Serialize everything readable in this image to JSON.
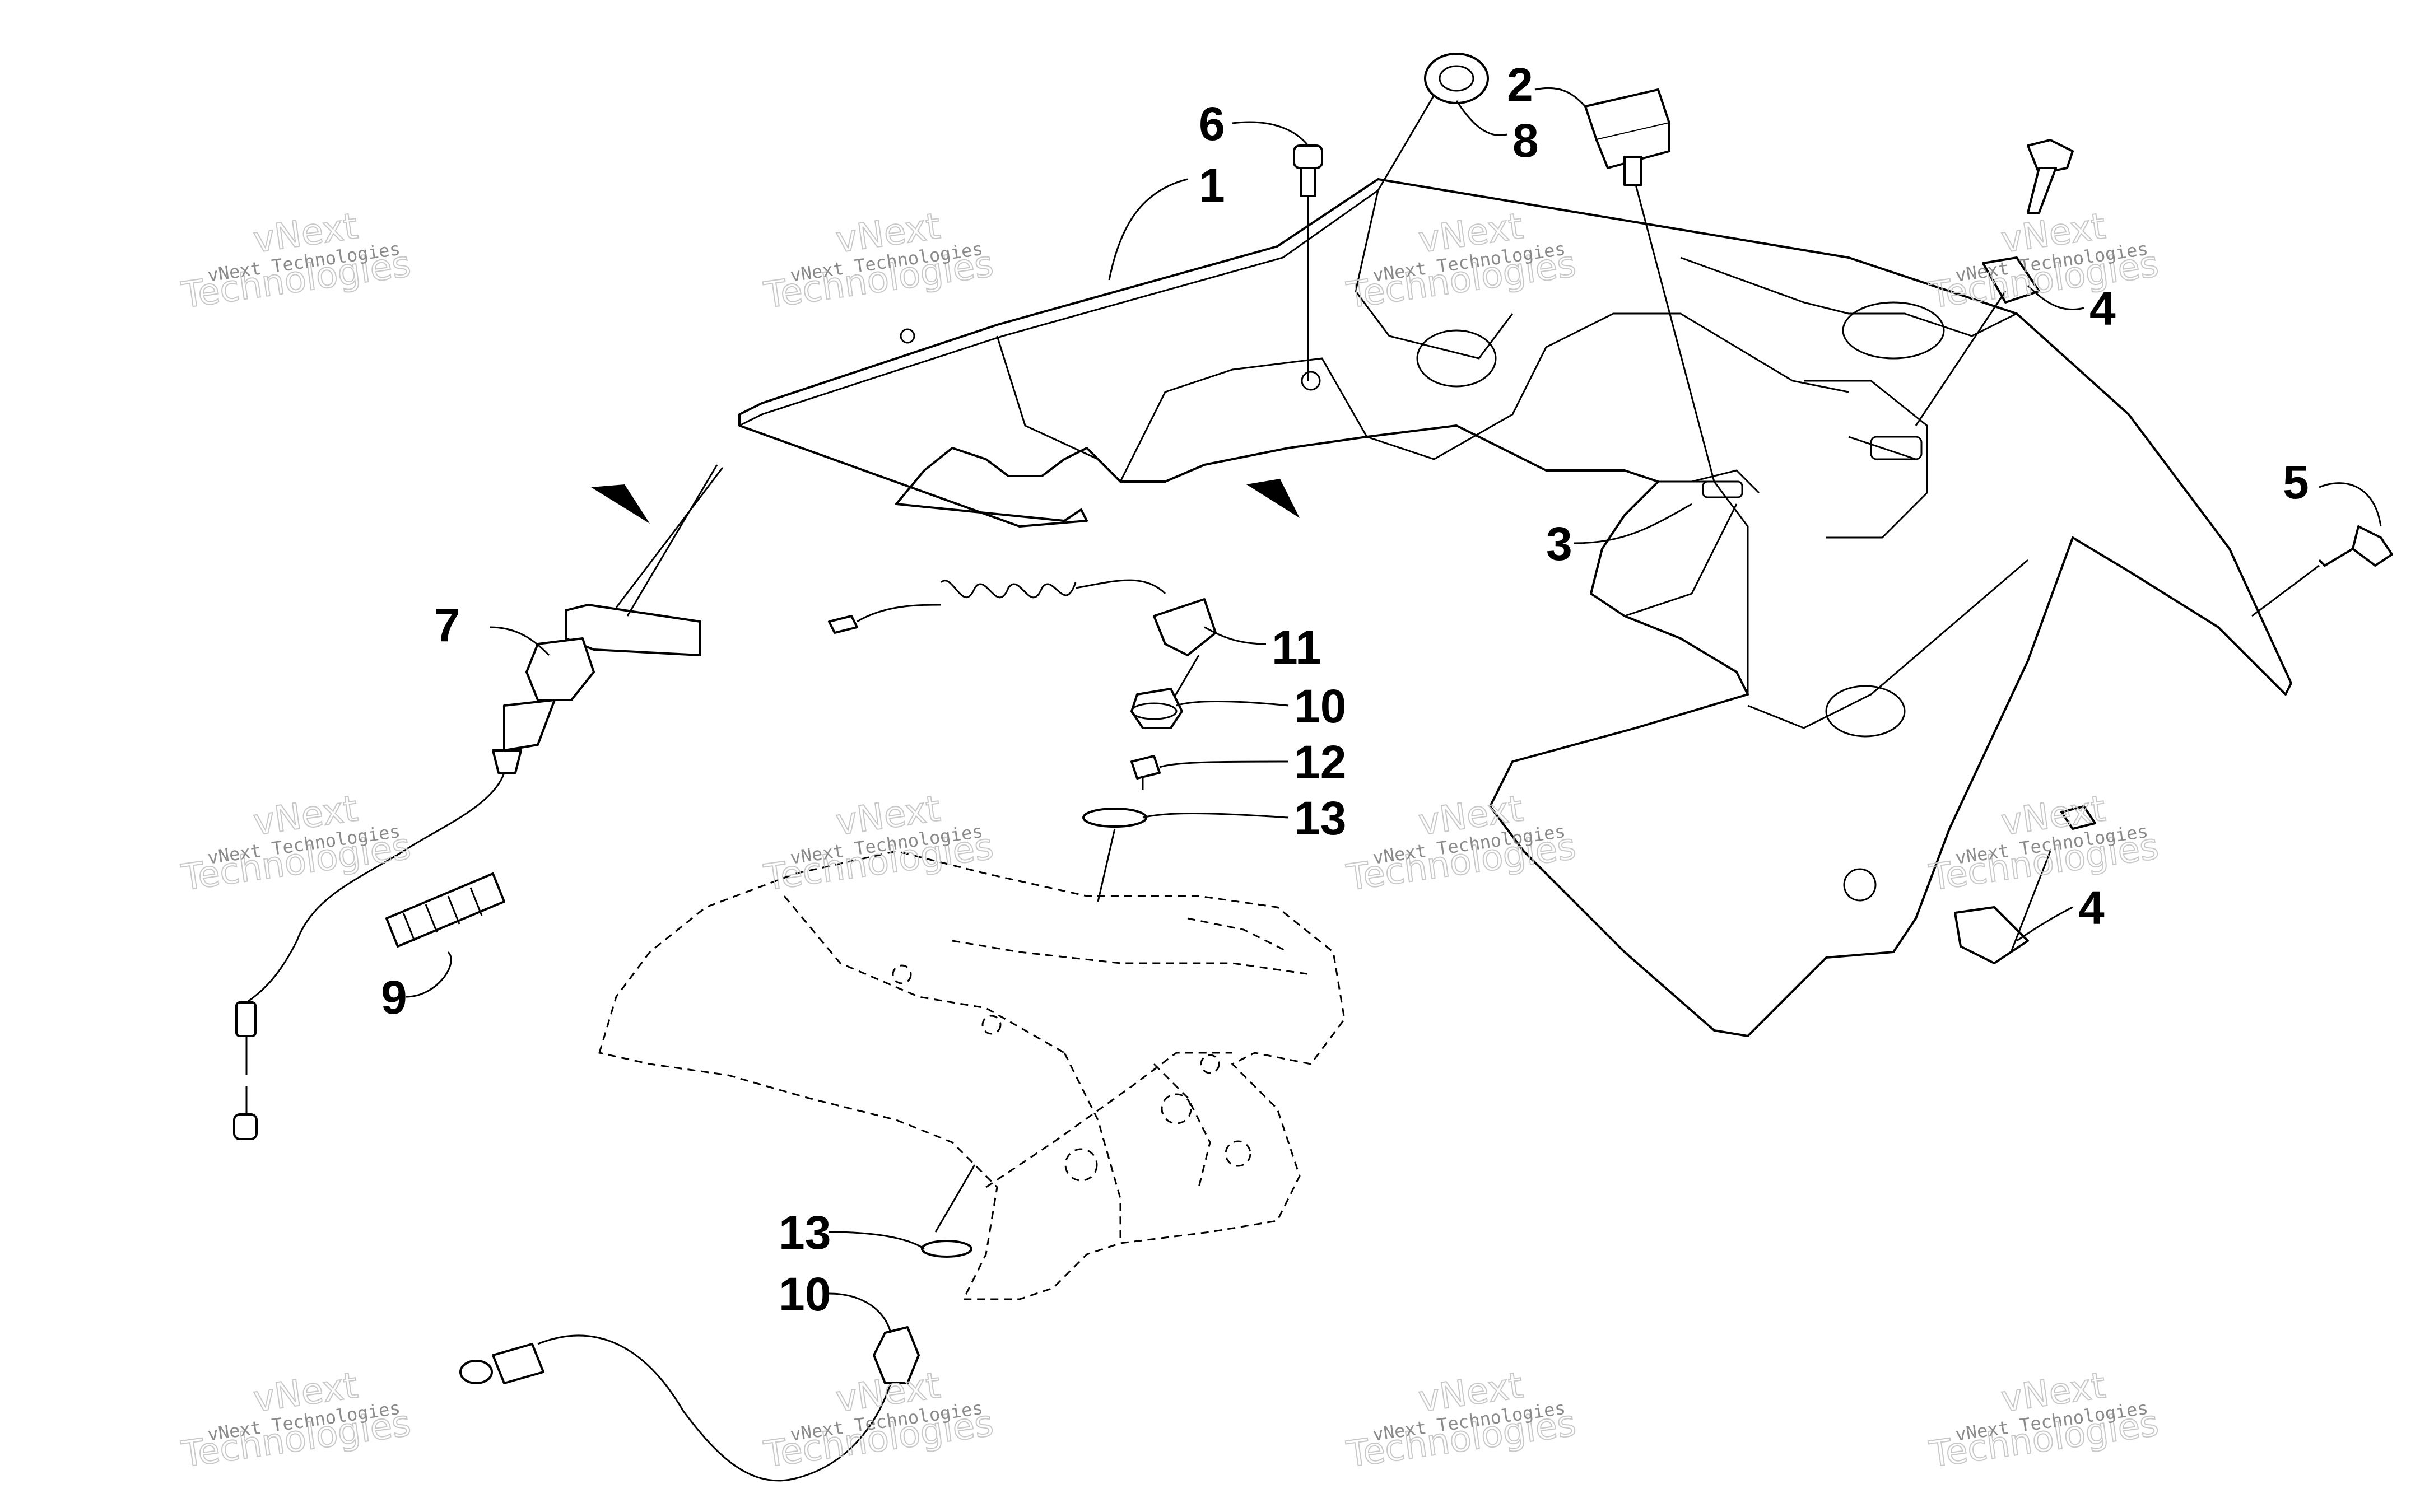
{
  "watermark": {
    "line1": "vNext Technologies",
    "line2_top": "vNext",
    "line2_bottom": "Technologies"
  },
  "callouts": {
    "c1": "1",
    "c2": "2",
    "c3": "3",
    "c4a": "4",
    "c4b": "4",
    "c5": "5",
    "c6": "6",
    "c7": "7",
    "c8": "8",
    "c9": "9",
    "c10a": "10",
    "c10b": "10",
    "c11": "11",
    "c12": "12",
    "c13a": "13",
    "c13b": "13"
  }
}
